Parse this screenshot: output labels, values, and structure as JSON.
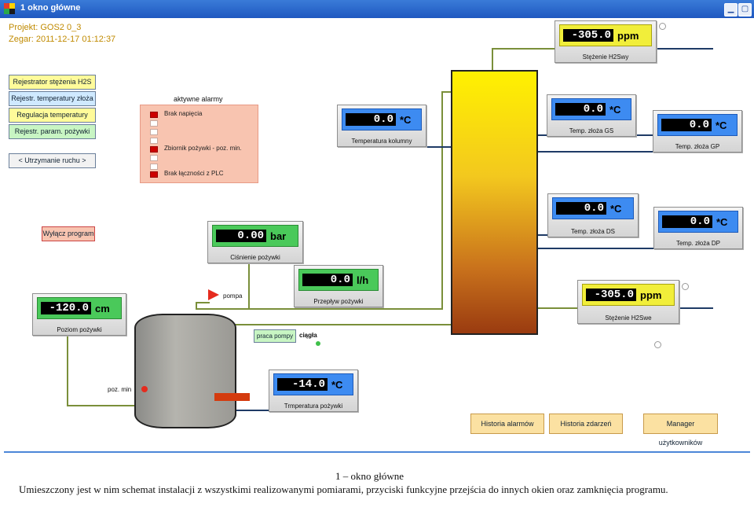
{
  "window": {
    "title": "1 okno główne",
    "minimize_glyph": "▁",
    "maximize_glyph": "▢"
  },
  "project": {
    "label": "Projekt: GOS2 0_3",
    "clock": "Zegar: 2011-12-17  01:12:37"
  },
  "nav_buttons": [
    {
      "label": "Rejestrator stężenia H2S",
      "color": "#fffb9a"
    },
    {
      "label": "Rejestr. temperatury złoża",
      "color": "#cfe9ff"
    },
    {
      "label": "Regulacja temperatury",
      "color": "#fffb9a"
    },
    {
      "label": "Rejestr. param. pożywki",
      "color": "#c8f5c3"
    }
  ],
  "maintenance_button": "< Utrzymanie ruchu >",
  "stop_button": "Wyłącz program",
  "alarms": {
    "title": "aktywne alarmy",
    "rows": [
      {
        "label": "Brak napięcia",
        "active": true
      },
      {
        "label": "",
        "active": false
      },
      {
        "label": "",
        "active": false
      },
      {
        "label": "",
        "active": false
      },
      {
        "label": "",
        "active": false
      },
      {
        "label": "Zbiornik pożywki - poz. min.",
        "active": true
      },
      {
        "label": "",
        "active": false
      },
      {
        "label": "",
        "active": false
      },
      {
        "label": "Brak łączności z PLC",
        "active": true
      }
    ]
  },
  "meters": {
    "h2s_out": {
      "value": "-305.0",
      "unit": "ppm",
      "caption": "Stężenie H2Swy"
    },
    "col_temp": {
      "value": "0.0",
      "unit": "*C",
      "caption": "Temperatura kolumny"
    },
    "bed_gs": {
      "value": "0.0",
      "unit": "*C",
      "caption": "Temp. złoża GS"
    },
    "bed_gp": {
      "value": "0.0",
      "unit": "*C",
      "caption": "Temp. złoża GP"
    },
    "bed_ds": {
      "value": "0.0",
      "unit": "*C",
      "caption": "Temp. złoża DS"
    },
    "bed_dp": {
      "value": "0.0",
      "unit": "*C",
      "caption": "Temp. złoża DP"
    },
    "pressure": {
      "value": "0.00",
      "unit": "bar",
      "caption": "Ciśnienie pożywki"
    },
    "flow": {
      "value": "0.0",
      "unit": "l/h",
      "caption": "Przepływ pożywki"
    },
    "level": {
      "value": "-120.0",
      "unit": "cm",
      "caption": "Poziom pożywki"
    },
    "feed_temp": {
      "value": "-14.0",
      "unit": "*C",
      "caption": "Trmperatura pożywki"
    },
    "h2s_in": {
      "value": "-305.0",
      "unit": "ppm",
      "caption": "Stężenie H2Swe"
    }
  },
  "pump": {
    "label": "pompa",
    "work_button": "praca pompy",
    "mode": "ciągła"
  },
  "tank": {
    "min_label": "poz. min"
  },
  "history_buttons": [
    "Historia alarmów",
    "Historia zdarzeń",
    "Manager użytkowników"
  ],
  "caption": {
    "title": "1 – okno główne",
    "body": "Umieszczony jest w nim schemat instalacji z wszystkimi realizowanymi pomiarami, przyciski funkcyjne przejścia do innych okien oraz zamknięcia programu."
  },
  "colors": {
    "alarm_active": "#cc0000",
    "pipe": "#7a8f3a",
    "pipe_dark": "#1f3b66"
  }
}
